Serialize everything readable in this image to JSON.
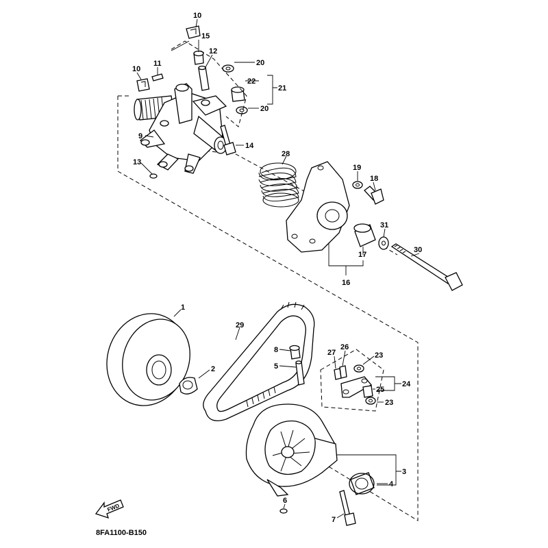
{
  "diagram": {
    "drawing_code": "8FA1100-B150",
    "fwd_label": "FWD",
    "callouts": [
      {
        "id": "c10a",
        "text": "10"
      },
      {
        "id": "c15",
        "text": "15"
      },
      {
        "id": "c12",
        "text": "12"
      },
      {
        "id": "c20a",
        "text": "20"
      },
      {
        "id": "c22",
        "text": "22"
      },
      {
        "id": "c21",
        "text": "21"
      },
      {
        "id": "c20b",
        "text": "20"
      },
      {
        "id": "c10b",
        "text": "10"
      },
      {
        "id": "c11",
        "text": "11"
      },
      {
        "id": "c9",
        "text": "9"
      },
      {
        "id": "c14",
        "text": "14"
      },
      {
        "id": "c13",
        "text": "13"
      },
      {
        "id": "c28",
        "text": "28"
      },
      {
        "id": "c19",
        "text": "19"
      },
      {
        "id": "c18",
        "text": "18"
      },
      {
        "id": "c31",
        "text": "31"
      },
      {
        "id": "c30",
        "text": "30"
      },
      {
        "id": "c17",
        "text": "17"
      },
      {
        "id": "c16",
        "text": "16"
      },
      {
        "id": "c1",
        "text": "1"
      },
      {
        "id": "c29",
        "text": "29"
      },
      {
        "id": "c8",
        "text": "8"
      },
      {
        "id": "c5",
        "text": "5"
      },
      {
        "id": "c2",
        "text": "2"
      },
      {
        "id": "c26",
        "text": "26"
      },
      {
        "id": "c27",
        "text": "27"
      },
      {
        "id": "c23a",
        "text": "23"
      },
      {
        "id": "c24",
        "text": "24"
      },
      {
        "id": "c25",
        "text": "25"
      },
      {
        "id": "c23b",
        "text": "23"
      },
      {
        "id": "c3",
        "text": "3"
      },
      {
        "id": "c4",
        "text": "4"
      },
      {
        "id": "c6",
        "text": "6"
      },
      {
        "id": "c7",
        "text": "7"
      }
    ]
  }
}
